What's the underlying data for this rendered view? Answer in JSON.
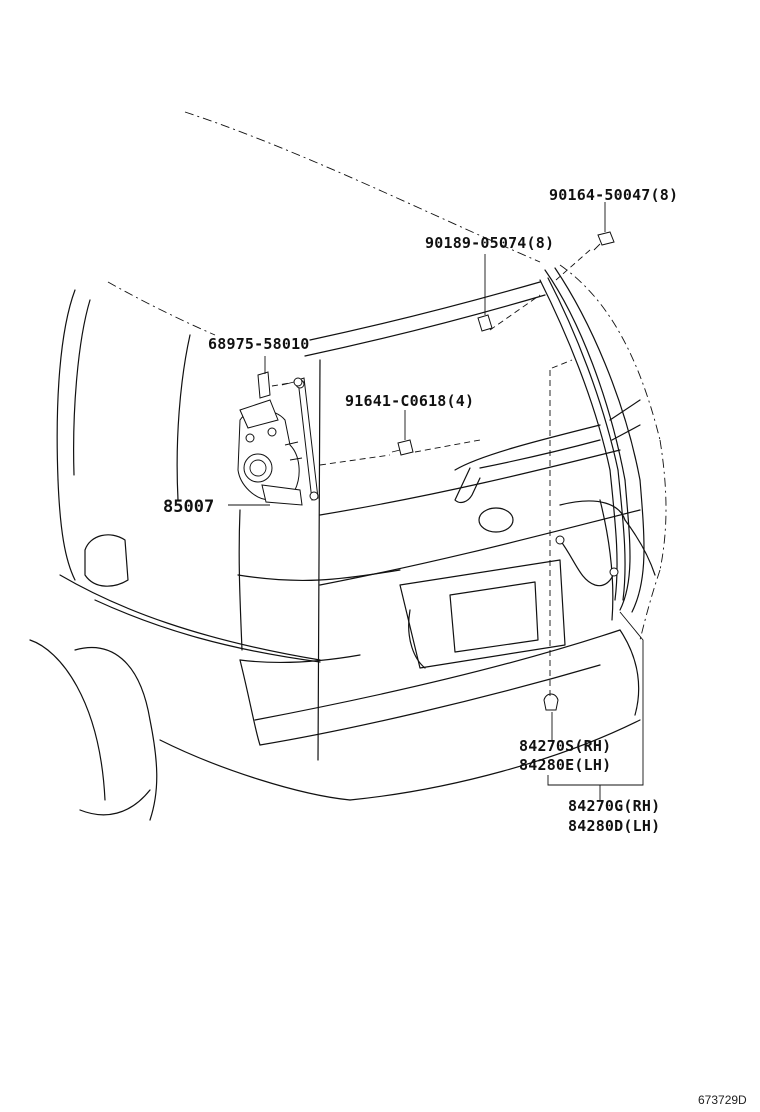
{
  "diagram": {
    "labels": {
      "p1": "90164-50047(8)",
      "p2": "90189-05074(8)",
      "p3": "68975-58010",
      "p4": "91641-C0618(4)",
      "p5": "85007",
      "p6a": "84270S(RH)",
      "p6b": "84280E(LH)",
      "p7a": "84270G(RH)",
      "p7b": "84280D(LH)"
    },
    "reference": "673729D"
  }
}
